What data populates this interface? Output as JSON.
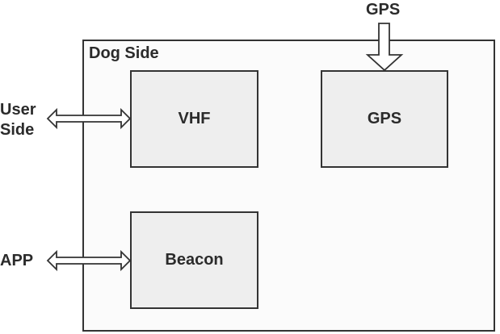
{
  "diagram": {
    "container": {
      "label": "Dog Side"
    },
    "blocks": [
      {
        "id": "vhf",
        "label": "VHF"
      },
      {
        "id": "gps",
        "label": "GPS"
      },
      {
        "id": "beacon",
        "label": "Beacon"
      }
    ],
    "external": {
      "user_side": "User\nSide",
      "user_side_line1": "User",
      "user_side_line2": "Side",
      "app": "APP",
      "gps_input": "GPS"
    },
    "connections": [
      {
        "from": "User Side",
        "to": "VHF",
        "type": "bidirectional"
      },
      {
        "from": "APP",
        "to": "Beacon",
        "type": "bidirectional"
      },
      {
        "from": "GPS (external)",
        "to": "GPS",
        "type": "unidirectional"
      }
    ],
    "colors": {
      "stroke": "#333333",
      "block_fill": "#eeeeee",
      "container_fill": "#fbfbfb",
      "text": "#2b2b2b"
    }
  }
}
